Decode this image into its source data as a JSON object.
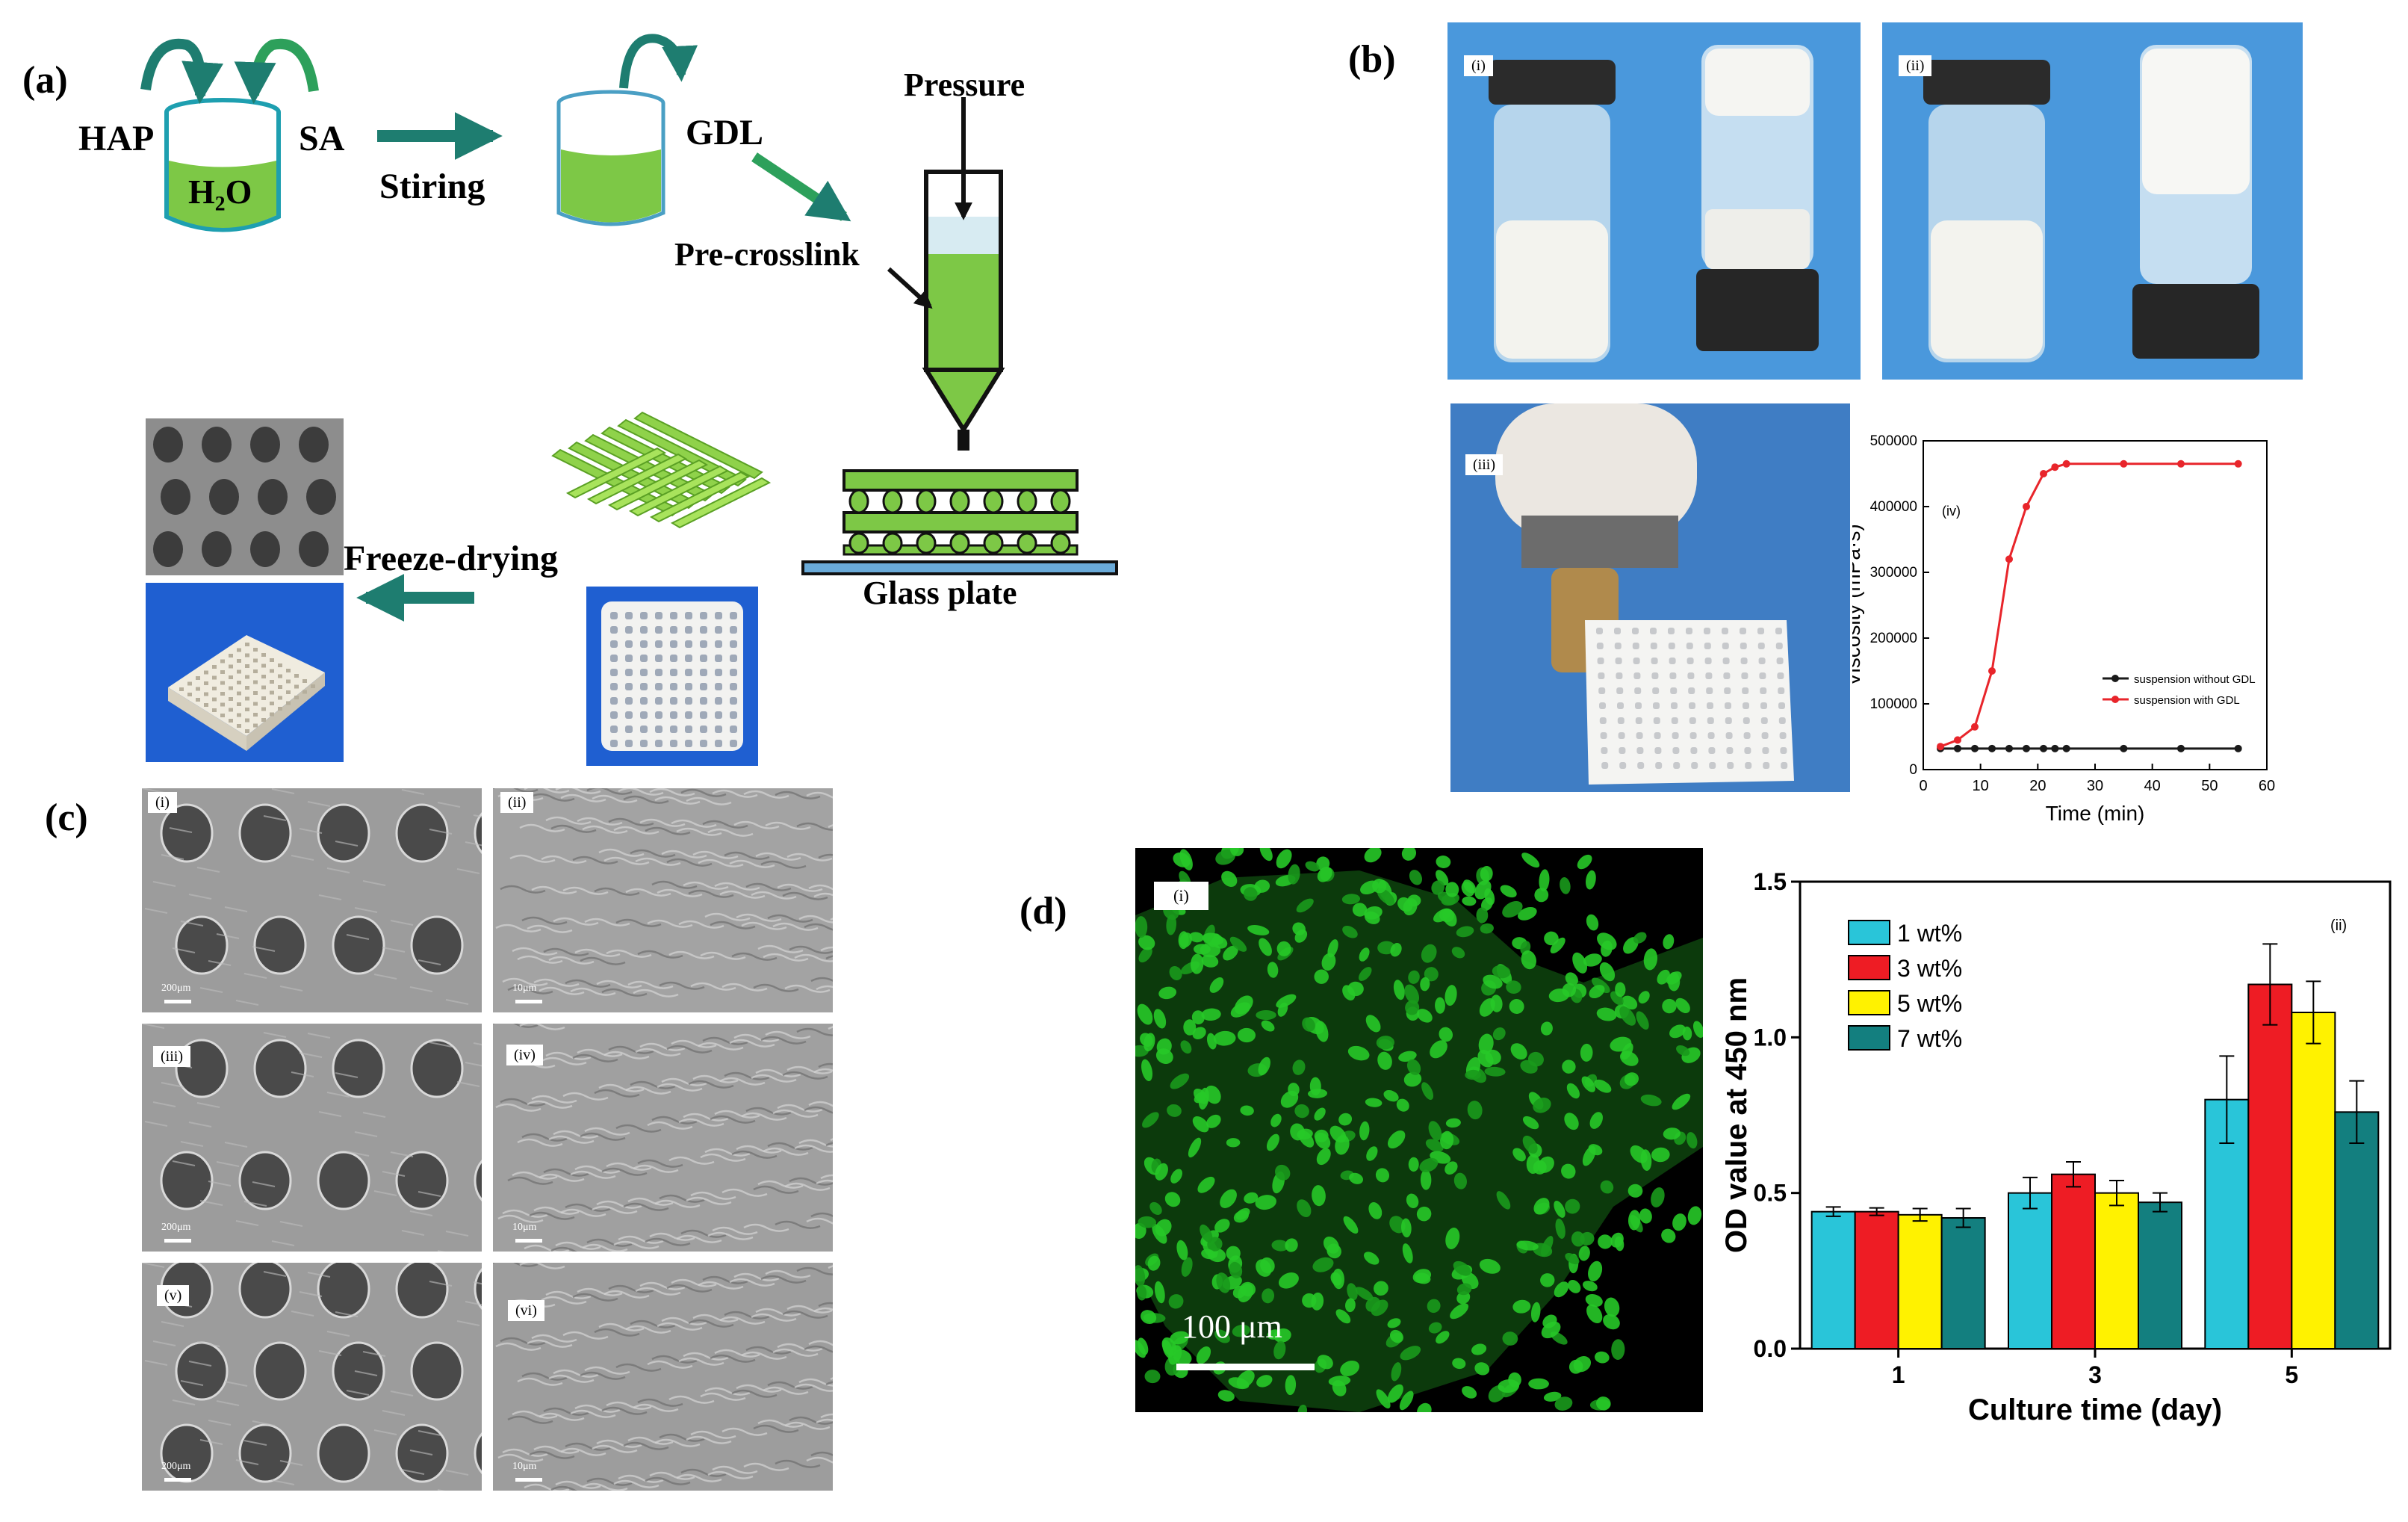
{
  "panels": {
    "a": {
      "label": "(a)",
      "hap": "HAP",
      "sa": "SA",
      "h2o": "H₂O",
      "stiring": "Stiring",
      "gdl": "GDL",
      "pressure": "Pressure",
      "precrosslink": "Pre-crosslink",
      "glass_plate": "Glass plate",
      "freeze_drying": "Freeze-drying"
    },
    "b": {
      "label": "(b)",
      "tags": [
        "(i)",
        "(ii)",
        "(iii)",
        "(iv)"
      ]
    },
    "c": {
      "label": "(c)",
      "tags": [
        "(i)",
        "(ii)",
        "(iii)",
        "(iv)",
        "(v)",
        "(vi)"
      ],
      "scale_large": "200μm",
      "scale_small": "10μm"
    },
    "d": {
      "label": "(d)",
      "tag_i": "(i)",
      "scale": "100 μm"
    }
  },
  "colors": {
    "green": "#7dc846",
    "arrow_teal": "#1e7d70",
    "blue_bg": "#1f5fd1",
    "red_series": "#e8252b",
    "black_series": "#1a1a1a",
    "cyan": "#29c5d9",
    "red": "#ee1c24",
    "yellow": "#fff200",
    "teal": "#137f7f"
  },
  "chart_data": [
    {
      "type": "line",
      "tag": "(iv)",
      "xlabel": "Time (min)",
      "ylabel": "Viscosity (mPa·s)",
      "xlim": [
        0,
        60
      ],
      "ylim": [
        0,
        500000
      ],
      "xticks": [
        0,
        10,
        20,
        30,
        40,
        50,
        60
      ],
      "yticks": [
        0,
        100000,
        200000,
        300000,
        400000,
        500000
      ],
      "xtick_labels": [
        "0",
        "10",
        "20",
        "30",
        "40",
        "50",
        "60"
      ],
      "ytick_labels": [
        "0",
        "100000",
        "200000",
        "300000",
        "400000",
        "500000"
      ],
      "legend_position": "bottom-right",
      "series": [
        {
          "name": "suspension without GDL",
          "color": "#1a1a1a",
          "x": [
            3,
            6,
            9,
            12,
            15,
            18,
            21,
            23,
            25,
            35,
            45,
            55
          ],
          "y": [
            32000,
            32000,
            32000,
            32000,
            32000,
            32000,
            32000,
            32000,
            32000,
            32000,
            32000,
            32000
          ]
        },
        {
          "name": "suspension with GDL",
          "color": "#e8252b",
          "x": [
            3,
            6,
            9,
            12,
            15,
            18,
            21,
            23,
            25,
            35,
            45,
            55
          ],
          "y": [
            35000,
            45000,
            65000,
            150000,
            320000,
            400000,
            450000,
            460000,
            465000,
            465000,
            465000,
            465000
          ]
        }
      ]
    },
    {
      "type": "bar",
      "tag": "(ii)",
      "xlabel": "Culture time (day)",
      "ylabel": "OD value at 450 nm",
      "categories": [
        "1",
        "3",
        "5"
      ],
      "ylim": [
        0,
        1.5
      ],
      "yticks": [
        0.0,
        0.5,
        1.0,
        1.5
      ],
      "ytick_labels": [
        "0.0",
        "0.5",
        "1.0",
        "1.5"
      ],
      "legend_position": "top-left",
      "series": [
        {
          "name": "1 wt%",
          "color": "#29c5d9",
          "values": [
            0.44,
            0.5,
            0.8
          ],
          "errors": [
            0.015,
            0.05,
            0.14
          ]
        },
        {
          "name": "3 wt%",
          "color": "#ee1c24",
          "values": [
            0.44,
            0.56,
            1.17
          ],
          "errors": [
            0.012,
            0.04,
            0.13
          ]
        },
        {
          "name": "5 wt%",
          "color": "#fff200",
          "values": [
            0.43,
            0.5,
            1.08
          ],
          "errors": [
            0.02,
            0.04,
            0.1
          ]
        },
        {
          "name": "7 wt%",
          "color": "#137f7f",
          "values": [
            0.42,
            0.47,
            0.76
          ],
          "errors": [
            0.03,
            0.03,
            0.1
          ]
        }
      ]
    }
  ]
}
